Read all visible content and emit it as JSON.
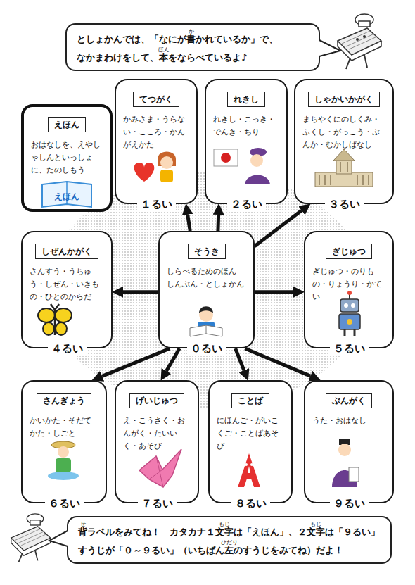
{
  "diagram": {
    "nodes": [
      {
        "text": [
          "としょかんでは、「なにが書かれているか」で、なかまわけをして、本をならべているよ♪"
        ]
      },
      {
        "text": [
          "えほん",
          "おはなしを、えやしゃしんといっしょに、たのしもう",
          "えほん"
        ]
      },
      {
        "text": [
          "てつがく",
          "かみさま・うらない・こころ・かんがえかた",
          "１るい"
        ]
      },
      {
        "text": [
          "れきし",
          "れきし・こっき・でんき・ちり",
          "２るい"
        ]
      },
      {
        "text": [
          "しゃかいかがく",
          "まちやくにのしくみ・ふくし・がっこう・ぶんか・むかしばなし",
          "３るい"
        ]
      },
      {
        "text": [
          "しぜんかがく",
          "さんすう・うちゅう・しぜん・いきもの・ひとのからだ",
          "４るい"
        ]
      },
      {
        "text": [
          "そうき",
          "しらべるためのほん しんぶん・としょかん",
          "０るい"
        ]
      },
      {
        "text": [
          "ぎじゅつ",
          "ぎじゅつ・のりもの・りょうり・かてい",
          "５るい"
        ]
      },
      {
        "text": [
          "さんぎょう",
          "かいかた・そだてかた・しごと",
          "６るい"
        ]
      },
      {
        "text": [
          "げいじゅつ",
          "え・こうさく・おんがく・たいいく・あそび",
          "７るい"
        ]
      },
      {
        "text": [
          "ことば",
          "にほんご・がいこくご・ことばあそび",
          "８るい"
        ]
      },
      {
        "text": [
          "ぶんがく",
          "うた・おはなし",
          "９るい"
        ]
      },
      {
        "text": [
          "背ラベルをみてね！　カタカナ１文字は「えほん」、２文字は「９るい」 すうじが「０～９るい」（いちばん左のすうじをみてね）だよ！"
        ]
      }
    ],
    "edges": [
      {
        "from": 6,
        "to": 2,
        "arrow": "to"
      },
      {
        "from": 6,
        "to": 3,
        "arrow": "to"
      },
      {
        "from": 6,
        "to": 4,
        "arrow": "to"
      },
      {
        "from": 6,
        "to": 5,
        "arrow": "to"
      },
      {
        "from": 6,
        "to": 7,
        "arrow": "to"
      },
      {
        "from": 6,
        "to": 8,
        "arrow": "to"
      },
      {
        "from": 6,
        "to": 9,
        "arrow": "to"
      },
      {
        "from": 6,
        "to": 10,
        "arrow": "to"
      },
      {
        "from": 6,
        "to": 11,
        "arrow": "to"
      }
    ],
    "labels": [
      "か",
      "ほん",
      "せ",
      "もじ",
      "もじ",
      "ひだり"
    ]
  }
}
